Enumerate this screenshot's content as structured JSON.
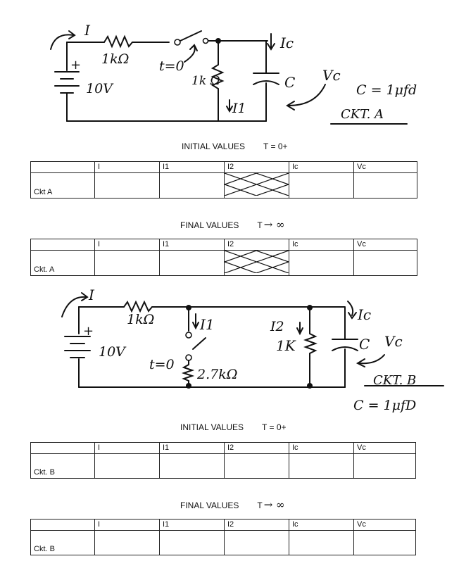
{
  "circuit_a": {
    "current_label": "I",
    "resistor_1": "1kΩ",
    "switch_label": "t=0",
    "source_plus": "+",
    "source_voltage": "10V",
    "resistor_2": "1k Ω",
    "branch_current": "I1",
    "cap_current": "Ic",
    "cap_label": "C",
    "voltage_label": "Vc",
    "capacitance": "C = 1μfd",
    "name": "CKT. A"
  },
  "circuit_b": {
    "current_label": "I",
    "resistor_1": "1kΩ",
    "branch_current": "I1",
    "source_plus": "+",
    "source_voltage": "10V",
    "switch_label": "t=0",
    "resistor_3": "2.7kΩ",
    "current_2": "I2",
    "resistor_2": "1K",
    "cap_current": "Ic",
    "cap_label": "C",
    "voltage_label": "Vc",
    "name": "CKT. B",
    "capacitance": "C = 1μfD"
  },
  "tables": [
    {
      "title": "INITIAL VALUES",
      "time": "T = 0+",
      "columns": [
        "",
        "I",
        "I1",
        "I2",
        "Ic",
        "Vc"
      ],
      "row_label": "Ckt  A",
      "crossed_column": 3
    },
    {
      "title": "FINAL VALUES",
      "time": "T",
      "time_arrow": "→ ∞",
      "columns": [
        "",
        "I",
        "I1",
        "I2",
        "Ic",
        "Vc"
      ],
      "row_label": "Ckt. A",
      "crossed_column": 3
    },
    {
      "title": "INITIAL VALUES",
      "time": "T = 0+",
      "columns": [
        "",
        "I",
        "I1",
        "I2",
        "Ic",
        "Vc"
      ],
      "row_label": "Ckt. B"
    },
    {
      "title": "FINAL VALUES",
      "time": "T",
      "time_arrow": "→ ∞",
      "columns": [
        "",
        "I",
        "I1",
        "I2",
        "Ic",
        "Vc"
      ],
      "row_label": "Ckt. B"
    }
  ]
}
